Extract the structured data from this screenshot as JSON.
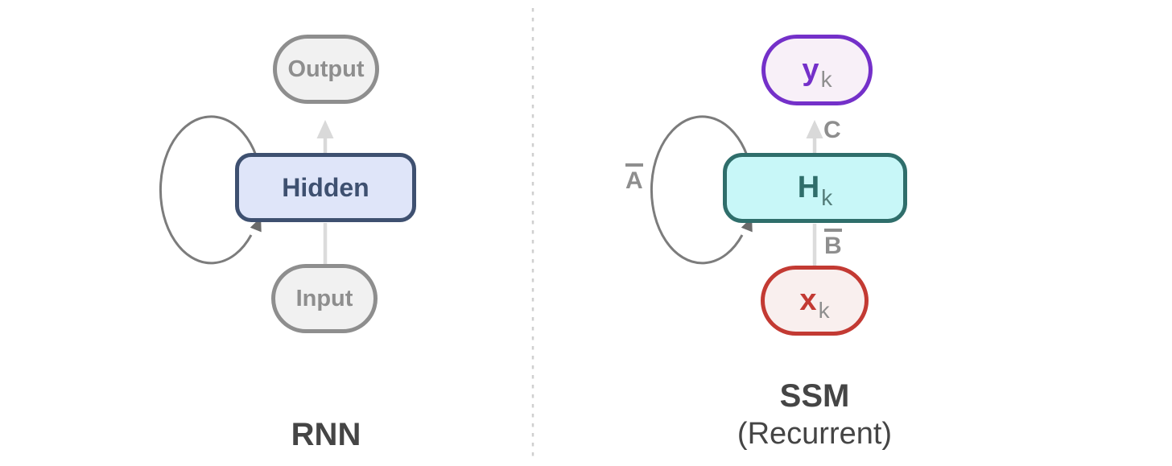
{
  "diagram": {
    "left": {
      "title": "RNN",
      "nodes": {
        "output": "Output",
        "hidden": "Hidden",
        "input": "Input"
      }
    },
    "right": {
      "title": "SSM",
      "subtitle": "(Recurrent)",
      "nodes": {
        "output": {
          "base": "y",
          "sub": "k"
        },
        "hidden": {
          "base": "H",
          "sub": "k"
        },
        "input": {
          "base": "x",
          "sub": "k"
        }
      },
      "edge_labels": {
        "output_matrix": "C",
        "input_matrix": "B",
        "state_matrix": "A"
      }
    },
    "colors": {
      "purple_border": "#7430c9",
      "purple_fill": "#f8f0f8",
      "red_border": "#c33a33",
      "red_fill": "#f9efee",
      "teal_border": "#2f6e6b",
      "teal_fill": "#c8f7f8",
      "navy_border": "#3e5070",
      "lavender_fill": "#dfe5f9",
      "gray_border": "#8e8e8e",
      "gray_fill": "#f1f1f1",
      "caption_text": "#454545",
      "light_arrow": "#d9d9d9",
      "loop_stroke": "#7c7c7c",
      "divider": "#cfcfcf"
    }
  }
}
